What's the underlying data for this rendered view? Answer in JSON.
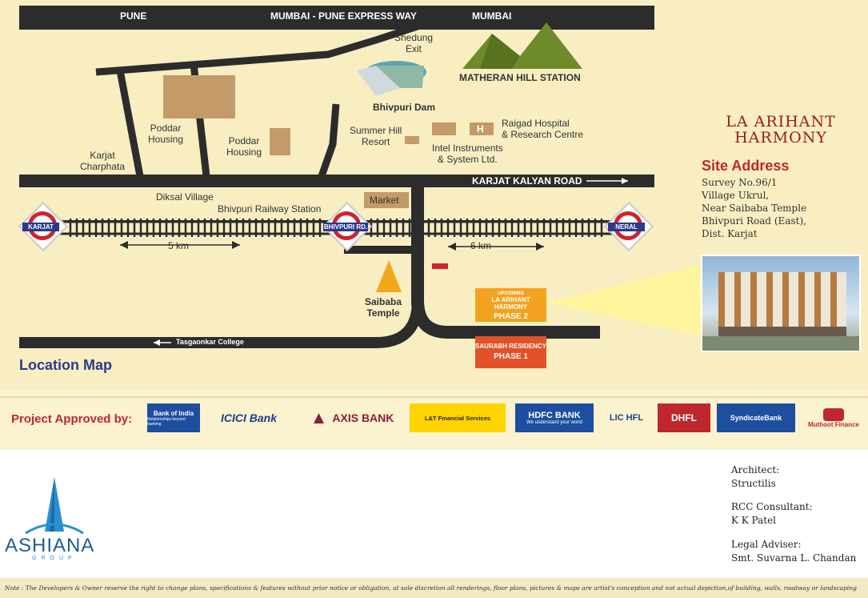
{
  "map": {
    "top_road": {
      "pune": "PUNE",
      "expressway": "MUMBAI - PUNE EXPRESS WAY",
      "mumbai": "MUMBAI"
    },
    "shedung_exit": "Shedung\nExit",
    "matheran": "MATHERAN HILL STATION",
    "bhivpuri_dam": "Bhivpuri Dam",
    "poddar_housing_1": "Poddar\nHousing",
    "poddar_housing_2": "Poddar\nHousing",
    "summer_hill": "Summer Hill\nResort",
    "raigad_hospital": "Raigad Hospital\n& Research Centre",
    "hospital_symbol": "H",
    "intel_instruments": "Intel Instruments\n& System Ltd.",
    "karjat_charphata": "Karjat\nCharphata",
    "karjat_kalyan_road": "KARJAT KALYAN ROAD",
    "diksal_village": "Diksal Village",
    "bhivpuri_station": "Bhivpuri Railway Station",
    "market": "Market",
    "stations": {
      "karjat": "KARJAT",
      "bhivpuri": "BHIVPURI RD.",
      "neral": "NERAL"
    },
    "dist_left": "5 km",
    "dist_right": "6 km",
    "saibaba_temple": "Saibaba\nTemple",
    "tasgaonkar": "Tasgaonkar College",
    "location_map": "Location Map",
    "phase2": {
      "tag": "UPCOMING",
      "name": "LA ARIHANT HARMONY",
      "phase": "PHASE 2"
    },
    "phase1": {
      "name": "SAURABH RESIDENCY",
      "phase": "PHASE 1"
    }
  },
  "project": {
    "brand_line1": "LA ARIHANT",
    "brand_line2": "HARMONY",
    "site_address_title": "Site Address",
    "address_lines": [
      "Survey No.96/1",
      "Village Ukrul,",
      "Near Saibaba Temple",
      "Bhivpuri Road (East),",
      "Dist. Karjat"
    ]
  },
  "approved": {
    "label": "Project Approved by:",
    "banks": [
      "Bank of India",
      "ICICI Bank",
      "AXIS BANK",
      "L&T Financial Services",
      "HDFC BANK",
      "LIC HFL",
      "DHFL",
      "SyndicateBank",
      "Muthoot Finance"
    ],
    "hdfc_tagline": "We understand your world",
    "boi_tagline": "Relationships beyond banking"
  },
  "footer": {
    "group": "ASHIANA",
    "group_sub": "GROUP",
    "architect_title": "Architect:",
    "architect": "Structilis",
    "rcc_title": "RCC Consultant:",
    "rcc": "K K Patel",
    "legal_title": "Legal Adviser:",
    "legal": "Smt. Suvarna L. Chandan",
    "note": "Note : The Developers & Owner reserve the right to change plans, specifications & features without prior notice or obligation, at sole discretion all renderings, floor plans, pictures & maps are artist's conception and not actual depiction,of building, walls, roadway or landscaping"
  },
  "colors": {
    "road": "#2c2c2c",
    "accent_red": "#c0262d",
    "phase_orange": "#f3a21f",
    "phase_red": "#e3512a",
    "navy": "#2b3a8c"
  }
}
